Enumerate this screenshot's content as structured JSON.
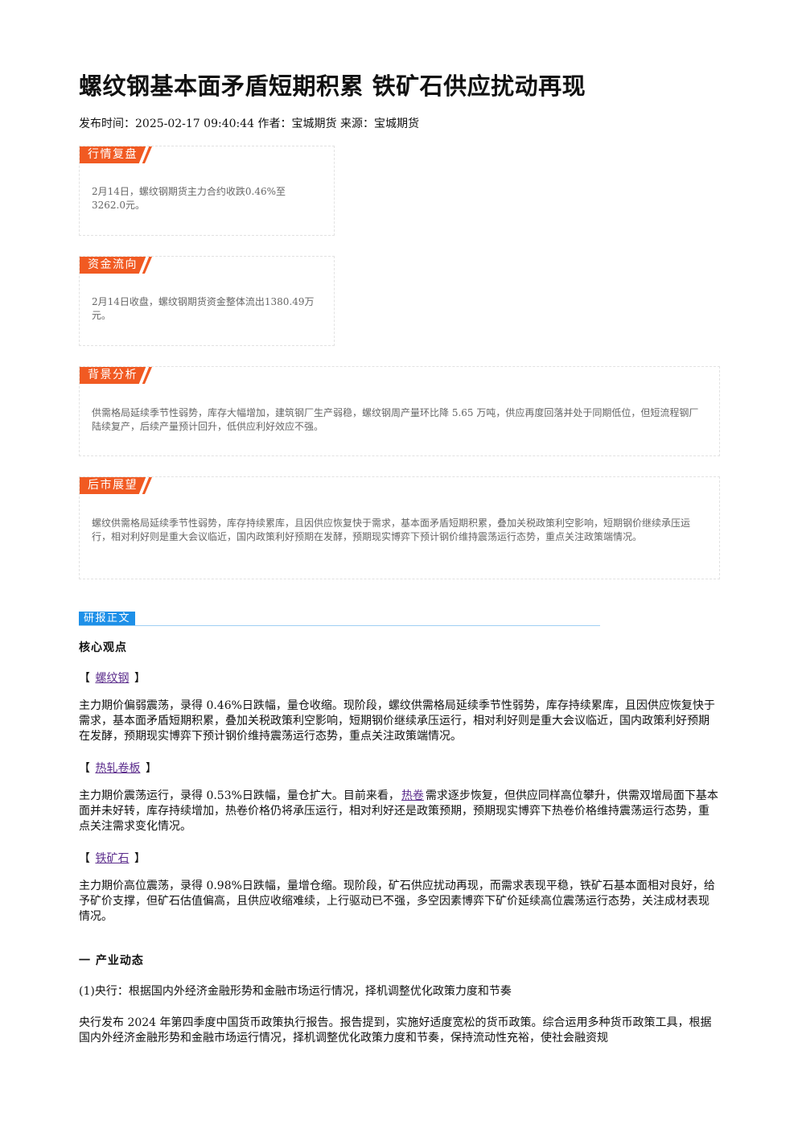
{
  "article": {
    "title": "螺纹钢基本面矛盾短期积累 铁矿石供应扰动再现",
    "meta": "发布时间：2025-02-17 09:40:44 作者：宝城期货 来源：宝城期货"
  },
  "summary_boxes": [
    {
      "tag": "行情复盘",
      "text": "2月14日，螺纹钢期货主力合约收跌0.46%至3262.0元。"
    },
    {
      "tag": "资金流向",
      "text": "2月14日收盘，螺纹钢期货资金整体流出1380.49万元。"
    },
    {
      "tag": "背景分析",
      "text": "供需格局延续季节性弱势，库存大幅增加，建筑钢厂生产弱稳，螺纹钢周产量环比降 5.65 万吨，供应再度回落并处于同期低位，但短流程钢厂陆续复产，后续产量预计回升，低供应利好效应不强。"
    },
    {
      "tag": "后市展望",
      "text": "螺纹供需格局延续季节性弱势，库存持续累库，且因供应恢复快于需求，基本面矛盾短期积累，叠加关税政策利空影响，短期钢价继续承压运行，相对利好则是重大会议临近，国内政策利好预期在发酵，预期现实博弈下预计钢价维持震荡运行态势，重点关注政策端情况。"
    }
  ],
  "report": {
    "section_tag": "研报正文",
    "core_heading": "核心观点",
    "bracket_open": "【",
    "bracket_close": "】",
    "items": [
      {
        "name": "螺纹钢",
        "text": "主力期价偏弱震荡，录得 0.46%日跌幅，量仓收缩。现阶段，螺纹供需格局延续季节性弱势，库存持续累库，且因供应恢复快于需求，基本面矛盾短期积累，叠加关税政策利空影响，短期钢价继续承压运行，相对利好则是重大会议临近，国内政策利好预期在发酵，预期现实博弈下预计钢价维持震荡运行态势，重点关注政策端情况。"
      },
      {
        "name": "热轧卷板",
        "text_before": "主力期价震荡运行，录得 0.53%日跌幅，量仓扩大。目前来看，",
        "link": "热卷",
        "text_after": "需求逐步恢复，但供应同样高位攀升，供需双增局面下基本面并未好转，库存持续增加，热卷价格仍将承压运行，相对利好还是政策预期，预期现实博弈下热卷价格维持震荡运行态势，重点关注需求变化情况。"
      },
      {
        "name": "铁矿石",
        "text": "主力期价高位震荡，录得 0.98%日跌幅，量增仓缩。现阶段，矿石供应扰动再现，而需求表现平稳，铁矿石基本面相对良好，给予矿价支撑，但矿石估值偏高，且供应收缩难续，上行驱动已不强，多空因素博弈下矿价延续高位震荡运行态势，关注成材表现情况。"
      }
    ],
    "industry_heading": "一 产业动态",
    "industry_subheading": "(1)央行：根据国内外经济金融形势和金融市场运行情况，择机调整优化政策力度和节奏",
    "industry_text": "央行发布 2024 年第四季度中国货币政策执行报告。报告提到，实施好适度宽松的货币政策。综合运用多种货币政策工具，根据国内外经济金融形势和金融市场运行情况，择机调整优化政策力度和节奏，保持流动性充裕，使社会融资规"
  },
  "colors": {
    "tag_orange": "#f15a22",
    "section_blue": "#1e90e8",
    "link_purple": "#5b2c8c"
  }
}
